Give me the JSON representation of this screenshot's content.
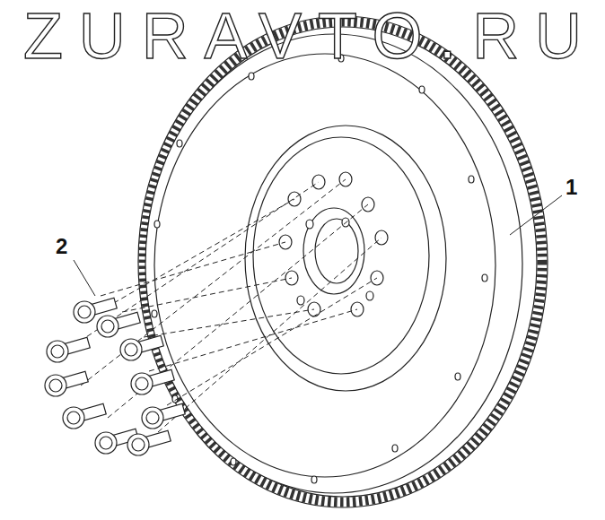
{
  "diagram": {
    "labels": [
      "ZURAVTO.RU",
      "1",
      "2"
    ]
  }
}
